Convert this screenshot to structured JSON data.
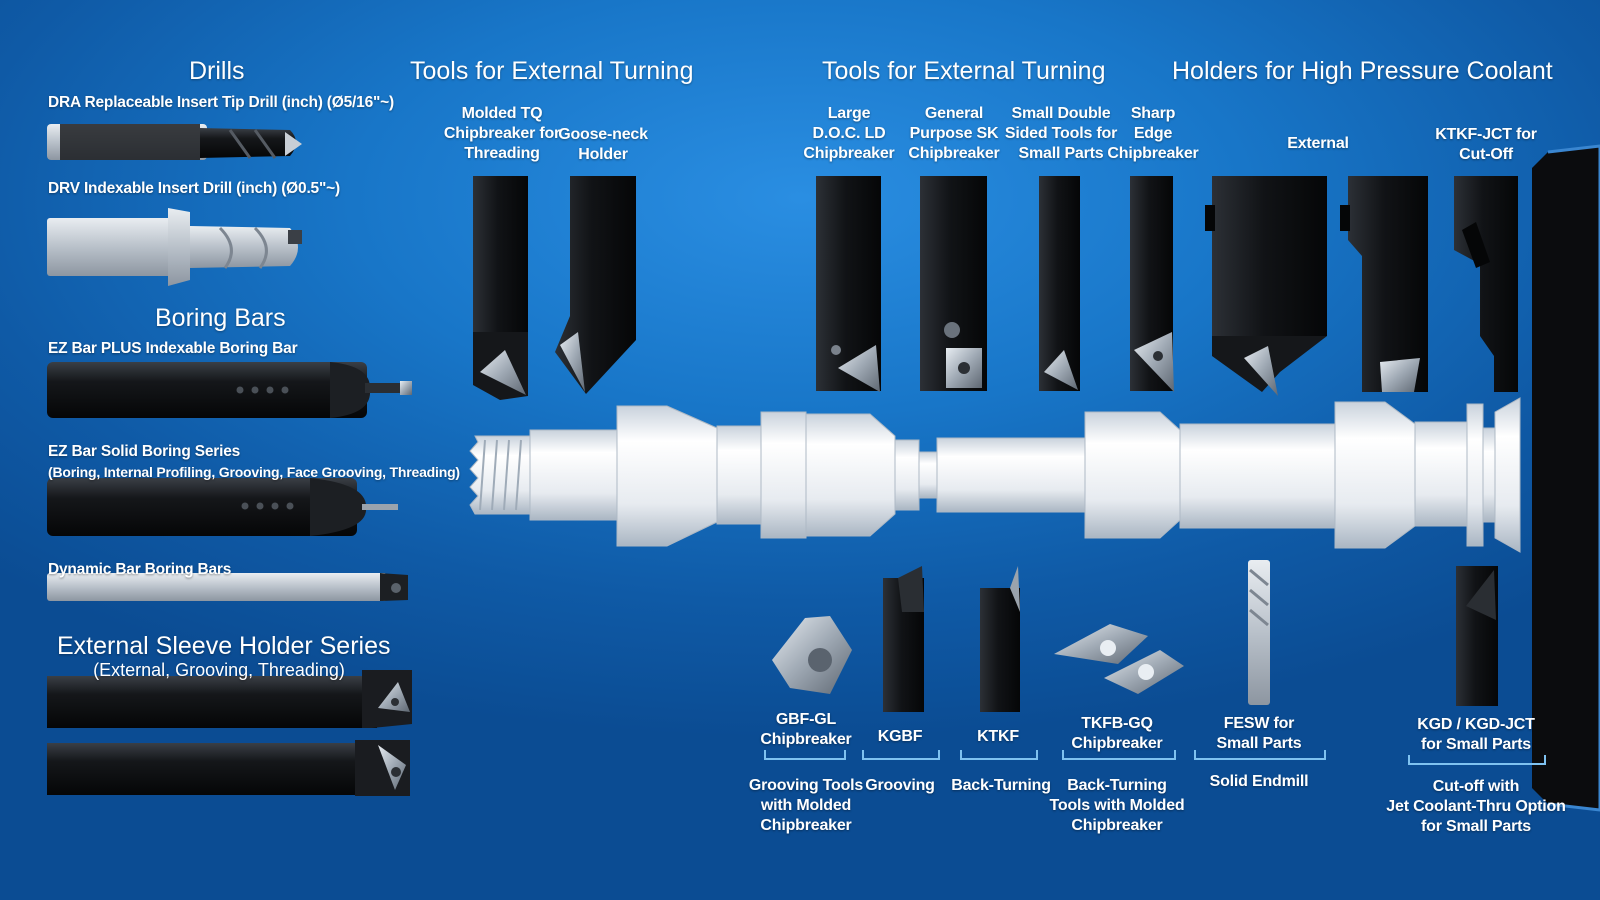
{
  "headings": {
    "drills": "Drills",
    "turning_left": "Tools for External Turning",
    "turning_right": "Tools for External Turning",
    "coolant": "Holders for High Pressure Coolant",
    "boring": "Boring Bars",
    "sleeve": "External Sleeve Holder Series",
    "sleeve_sub": "(External, Grooving, Threading)"
  },
  "left_labels": {
    "dra": "DRA Replaceable Insert Tip Drill  (inch) (Ø5/16\"~)",
    "drv": "DRV Indexable Insert Drill (inch) (Ø0.5\"~)",
    "ez_plus": "EZ Bar PLUS Indexable Boring Bar",
    "ez_solid": "EZ Bar Solid Boring Series",
    "ez_solid_sub": "(Boring, Internal Profiling, Grooving, Face Grooving, Threading)",
    "dynamic": "Dynamic Bar Boring Bars"
  },
  "top_tools": [
    {
      "l1": "Molded TQ",
      "l2": "Chipbreaker for",
      "l3": "Threading"
    },
    {
      "l1": "Goose-neck",
      "l2": "Holder",
      "l3": ""
    },
    {
      "l1": "Large",
      "l2": "D.O.C. LD",
      "l3": "Chipbreaker"
    },
    {
      "l1": "General",
      "l2": "Purpose SK",
      "l3": "Chipbreaker"
    },
    {
      "l1": "Small Double",
      "l2": "Sided Tools for",
      "l3": "Small Parts"
    },
    {
      "l1": "Sharp",
      "l2": "Edge",
      "l3": "Chipbreaker"
    },
    {
      "l1": "External",
      "l2": "",
      "l3": ""
    },
    {
      "l1": "KTKF-JCT for",
      "l2": "Cut-Off",
      "l3": ""
    }
  ],
  "bottom_tools": [
    {
      "name1": "GBF-GL",
      "name2": "Chipbreaker",
      "d1": "Grooving Tools",
      "d2": "with Molded",
      "d3": "Chipbreaker"
    },
    {
      "name1": "KGBF",
      "name2": "",
      "d1": "Grooving",
      "d2": "",
      "d3": ""
    },
    {
      "name1": "KTKF",
      "name2": "",
      "d1": "Back-Turning",
      "d2": "",
      "d3": ""
    },
    {
      "name1": "TKFB-GQ",
      "name2": "Chipbreaker",
      "d1": "Back-Turning",
      "d2": "Tools with Molded",
      "d3": "Chipbreaker"
    },
    {
      "name1": "FESW for",
      "name2": "Small Parts",
      "d1": "Solid Endmill",
      "d2": "",
      "d3": ""
    },
    {
      "name1": "KGD / KGD-JCT",
      "name2": "for Small Parts",
      "d1": "Cut-off with",
      "d2": "Jet Coolant-Thru Option",
      "d3": "for Small Parts"
    }
  ],
  "colors": {
    "background": "#1876c8",
    "tool_black": "#121417",
    "workpiece": "#eef1f5",
    "insert_silver": "#b9c2cc"
  }
}
